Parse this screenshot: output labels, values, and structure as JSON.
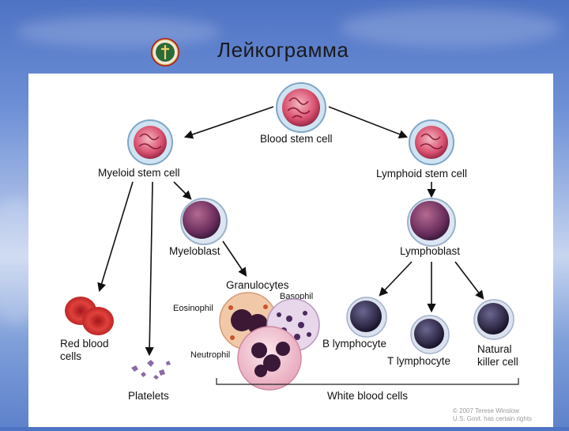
{
  "slide": {
    "title": "Лейкограмма"
  },
  "diagram": {
    "labels": {
      "blood_stem_cell": "Blood stem cell",
      "myeloid_stem_cell": "Myeloid stem cell",
      "lymphoid_stem_cell": "Lymphoid stem cell",
      "myeloblast": "Myeloblast",
      "lymphoblast": "Lymphoblast",
      "granulocytes": "Granulocytes",
      "basophil": "Basophil",
      "eosinophil": "Eosinophil",
      "neutrophil": "Neutrophil",
      "red_blood_cells_1": "Red blood",
      "red_blood_cells_2": "cells",
      "platelets": "Platelets",
      "b_lymphocyte": "B lymphocyte",
      "t_lymphocyte": "T lymphocyte",
      "natural_killer_1": "Natural",
      "natural_killer_2": "killer cell",
      "white_blood_cells": "White blood cells"
    },
    "copyright_1": "© 2007 Terese Winslow",
    "copyright_2": "U.S. Govt. has certain rights"
  },
  "colors": {
    "stem_cell": "#d9506f",
    "nucleus_purple": "#5a2a55",
    "rbc": "#d8322f",
    "lymph_dark": "#2a2540"
  }
}
